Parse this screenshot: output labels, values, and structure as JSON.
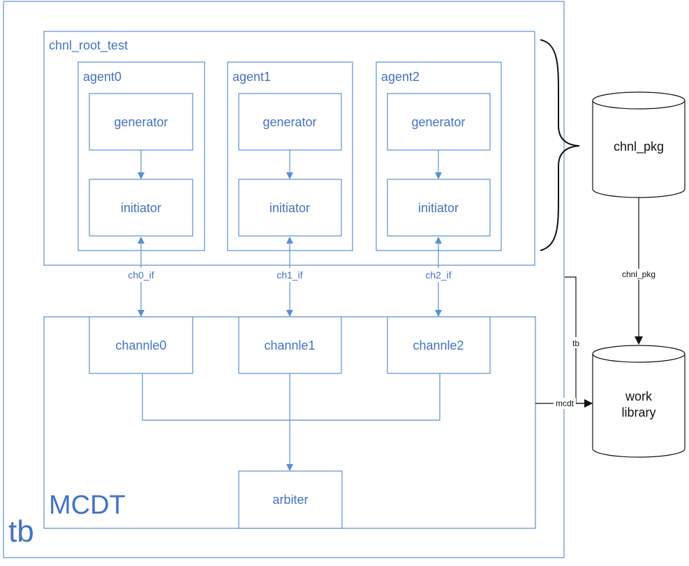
{
  "diagram": {
    "tb_label": "tb",
    "test_label": "chnl_root_test",
    "mcdt_label": "MCDT",
    "agents": [
      {
        "name": "agent0",
        "generator": "generator",
        "initiator": "initiator",
        "interface": "ch0_if",
        "channel": "channle0"
      },
      {
        "name": "agent1",
        "generator": "generator",
        "initiator": "initiator",
        "interface": "ch1_if",
        "channel": "channle1"
      },
      {
        "name": "agent2",
        "generator": "generator",
        "initiator": "initiator",
        "interface": "ch2_if",
        "channel": "channle2"
      }
    ],
    "arbiter_label": "arbiter",
    "package_db_label": "chnl_pkg",
    "work_db_line1": "work",
    "work_db_line2": "library",
    "edge_pkg_label": "chnl_pkg",
    "edge_tb_label": "tb",
    "edge_mcdt_label": "mcdt",
    "colors": {
      "accent": "#4472c4",
      "stroke": "#5b8fd0",
      "text_dark": "#111111"
    }
  }
}
